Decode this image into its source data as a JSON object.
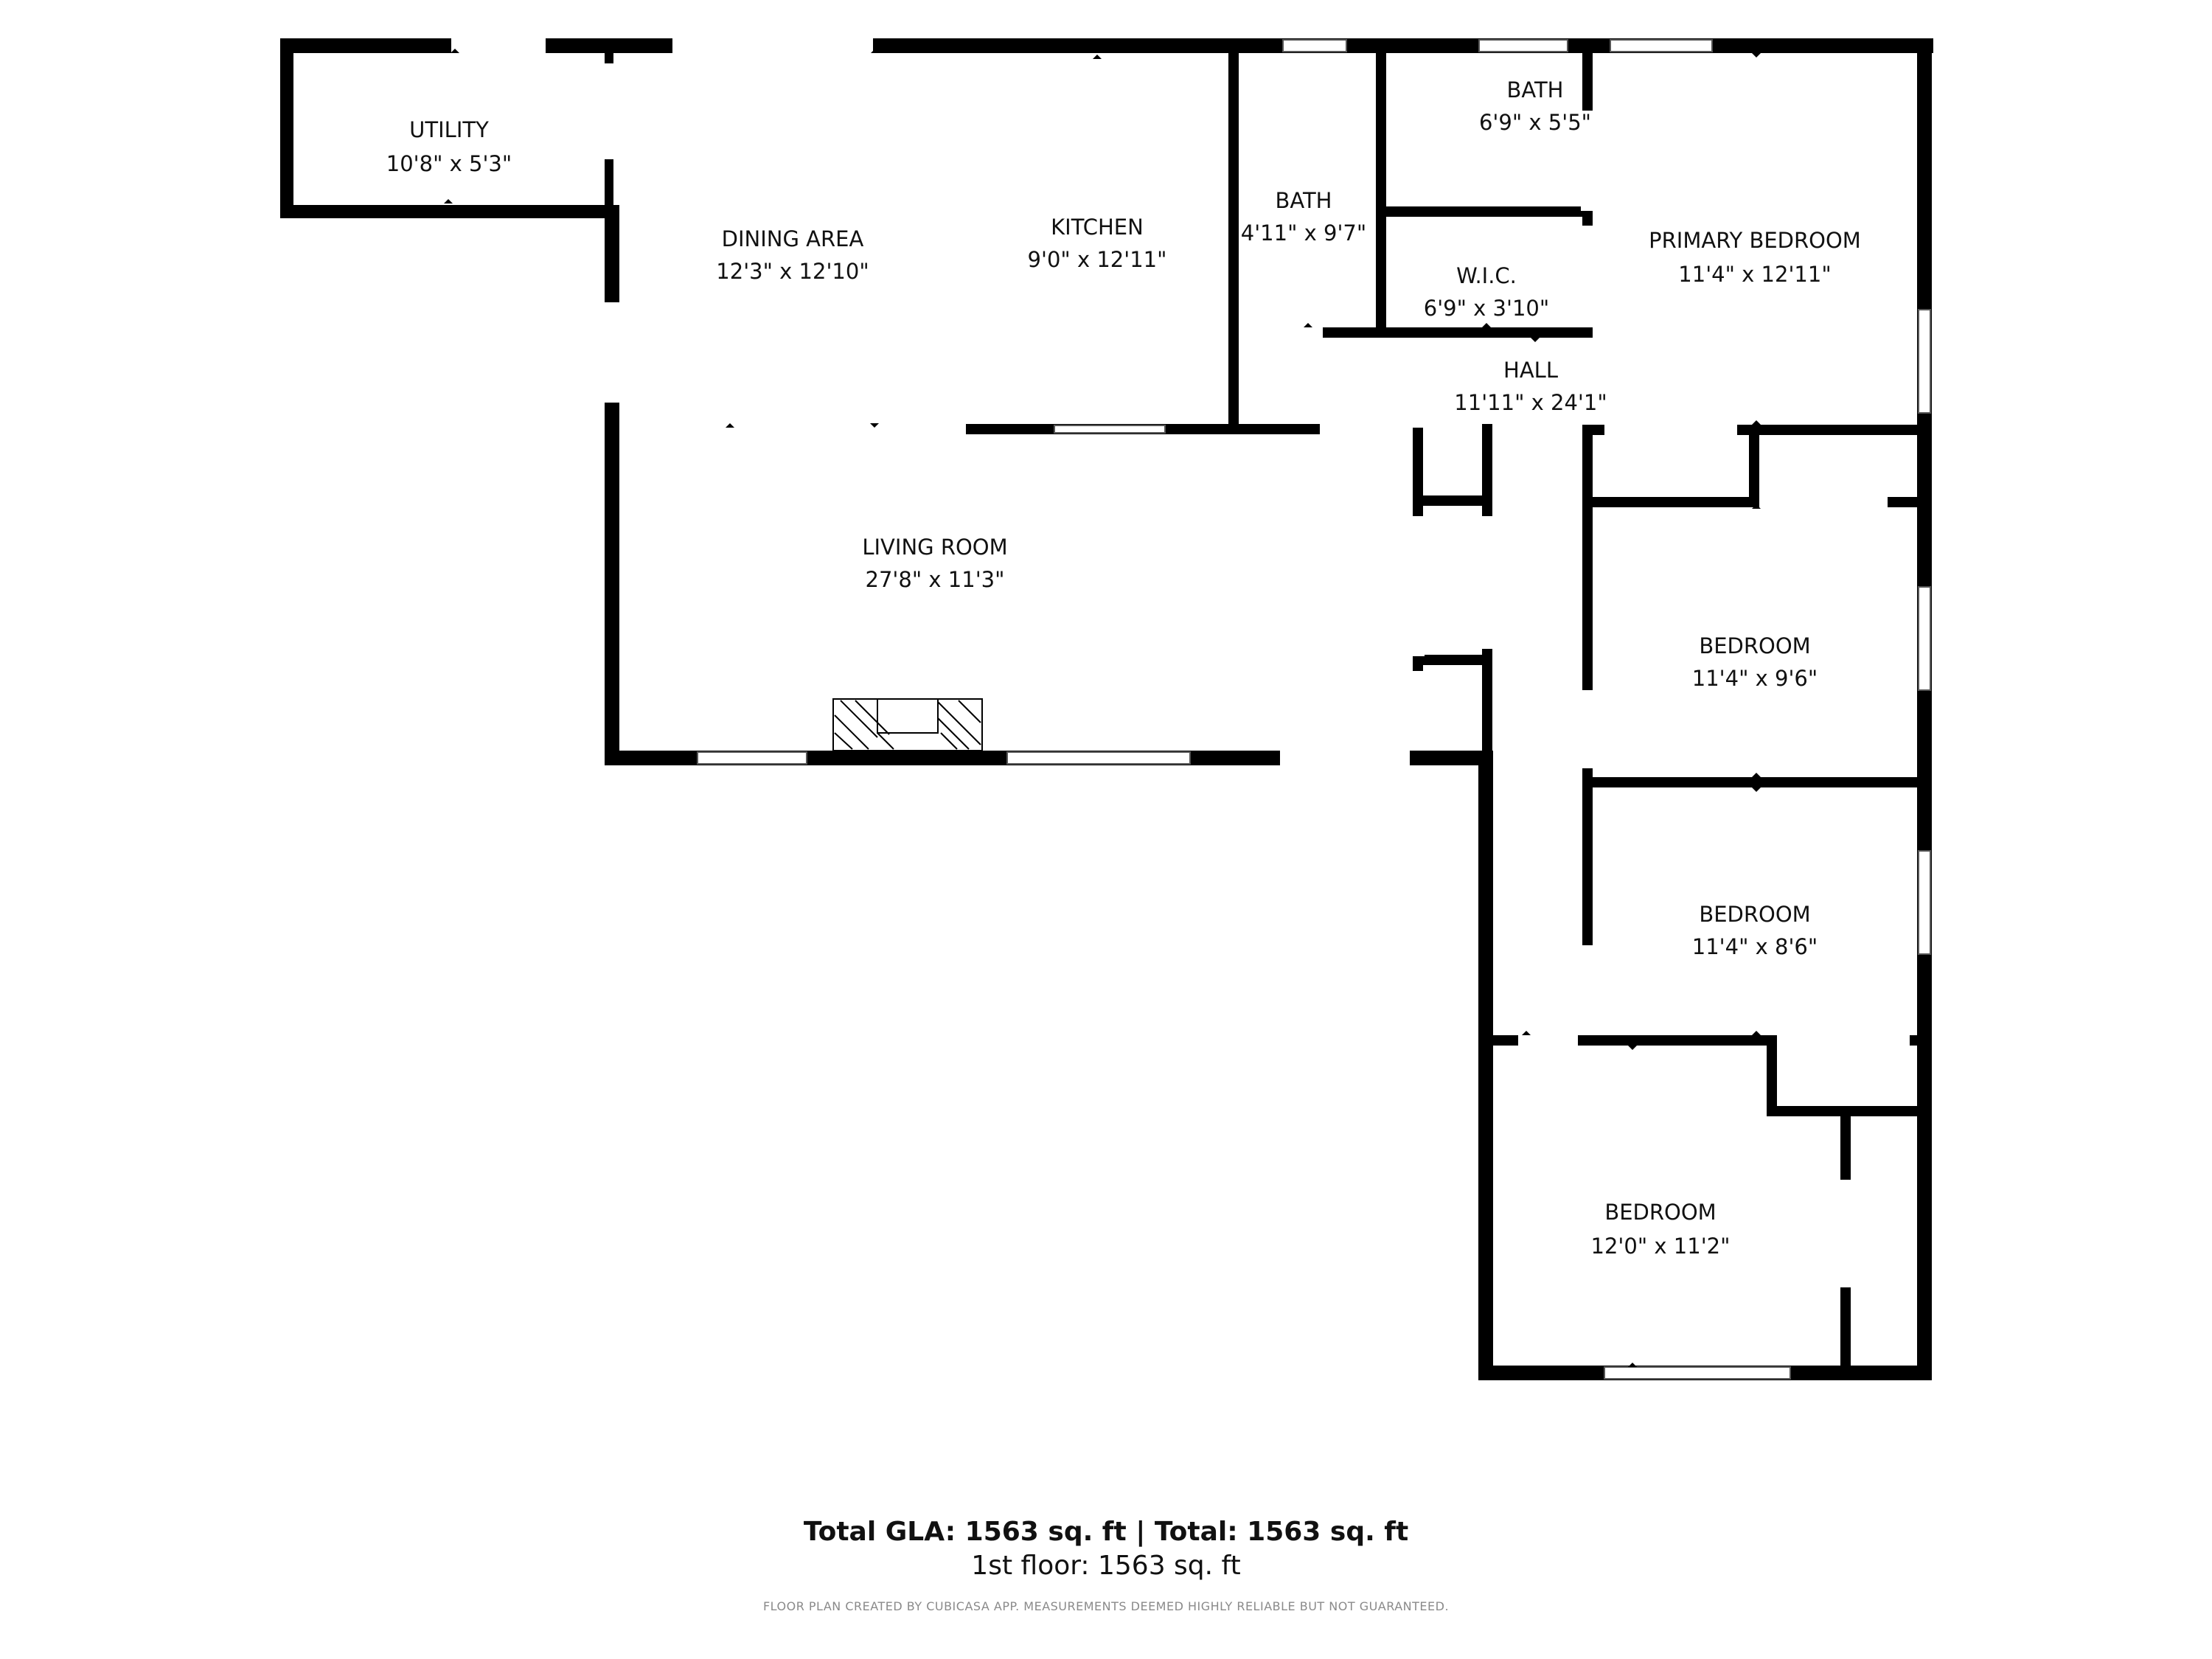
{
  "rooms": {
    "utility": {
      "name": "UTILITY",
      "dim": "10'8\" x 5'3\""
    },
    "dining": {
      "name": "DINING AREA",
      "dim": "12'3\" x 12'10\""
    },
    "kitchen": {
      "name": "KITCHEN",
      "dim": "9'0\" x 12'11\""
    },
    "bath1": {
      "name": "BATH",
      "dim": "4'11\" x 9'7\""
    },
    "bath2": {
      "name": "BATH",
      "dim": "6'9\" x 5'5\""
    },
    "wic": {
      "name": "W.I.C.",
      "dim": "6'9\" x 3'10\""
    },
    "primary": {
      "name": "PRIMARY BEDROOM",
      "dim": "11'4\" x 12'11\""
    },
    "hall": {
      "name": "HALL",
      "dim": "11'11\" x 24'1\""
    },
    "living": {
      "name": "LIVING ROOM",
      "dim": "27'8\" x 11'3\""
    },
    "bedroom2": {
      "name": "BEDROOM",
      "dim": "11'4\" x 9'6\""
    },
    "bedroom3": {
      "name": "BEDROOM",
      "dim": "11'4\" x 8'6\""
    },
    "bedroom4": {
      "name": "BEDROOM",
      "dim": "12'0\" x 11'2\""
    }
  },
  "summary": {
    "total": "Total GLA: 1563 sq. ft | Total: 1563 sq. ft",
    "floor": "1st floor: 1563 sq. ft",
    "note": "FLOOR PLAN CREATED BY CUBICASA APP. MEASUREMENTS DEEMED HIGHLY RELIABLE BUT NOT GUARANTEED."
  },
  "colors": {
    "wall": "#000000",
    "background": "#ffffff"
  }
}
